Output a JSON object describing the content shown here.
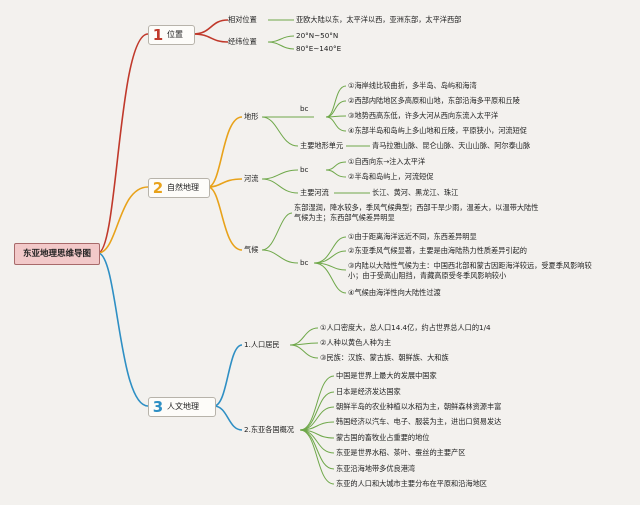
{
  "root": "东亚地理思维导图",
  "branches": [
    {
      "num": "1",
      "label": "位置",
      "color": "#c0392b"
    },
    {
      "num": "2",
      "label": "自然地理",
      "color": "#e8a21a"
    },
    {
      "num": "3",
      "label": "人文地理",
      "color": "#2e8fc4"
    }
  ],
  "location": {
    "relative": "相对位置",
    "relative_text": "亚欧大陆以东，太平洋以西，亚洲东部，太平洋西部",
    "latlon": "经纬位置",
    "lat": "20°N~50°N",
    "lon": "80°E~140°E"
  },
  "natural": {
    "terrain": "地形",
    "terrain_bc": "bc",
    "terrain_items": [
      "①海岸线比较曲折，多半岛、岛屿和海湾",
      "②西部内陆地区多高原和山地，东部沿海多平原和丘陵",
      "③地势西高东低，许多大河从西向东流入太平洋",
      "④东部半岛和岛屿上多山地和丘陵，平原狭小，河流短促"
    ],
    "terrain_units_label": "主要地形单元",
    "terrain_units": "青马拉雅山脉、昆仑山脉、天山山脉、阿尔泰山脉",
    "rivers": "河流",
    "rivers_bc": "bc",
    "rivers_items": [
      "①自西向东→注入太平洋",
      "②半岛和岛屿上，河流短促"
    ],
    "rivers_main_label": "主要河流",
    "rivers_main": "长江、黄河、黑龙江、珠江",
    "climate": "气候",
    "climate_desc": "东部湿润，降水较多，季风气候典型；西部干旱少雨，温差大，以温带大陆性气候为主；东西部气候差异明显",
    "climate_bc": "bc",
    "climate_items": [
      "①由于距离海洋远近不同，东西差异明显",
      "②东亚季风气候显著，主要是由海陆热力性质差异引起的",
      "③内陆以大陆性气候为主：中国西北部和蒙古因距海洋较远，受夏季风影响较小；由于受高山阻挡，青藏高原受冬季风影响较小",
      "④气候由海洋性向大陆性过渡"
    ]
  },
  "human": {
    "pop": "1.人口居民",
    "pop_items": [
      "①人口密度大，总人口14.4亿，约占世界总人口的1/4",
      "②人种以黄色人种为主",
      "③民族：汉族、蒙古族、朝鲜族、大和族"
    ],
    "countries": "2.东亚各国概况",
    "country_items": [
      "中国是世界上最大的发展中国家",
      "日本是经济发达国家",
      "朝鲜半岛的农业种植以水稻为主，朝鲜森林资源丰富",
      "韩国经济以汽车、电子、服装为主，进出口贸易发达",
      "蒙古国的畜牧业占重要的地位",
      "东亚是世界水稻、茶叶、蚕丝的主要产区",
      "东亚沿海地带多优良港湾",
      "东亚的人口和大城市主要分布在平原和沿海地区"
    ]
  }
}
